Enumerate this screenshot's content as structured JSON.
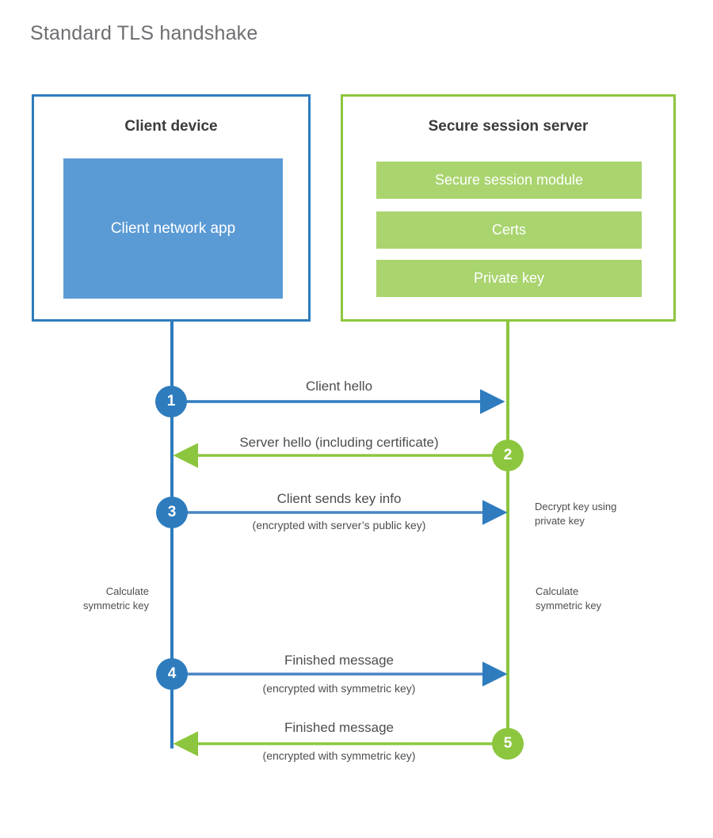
{
  "title": "Standard TLS handshake",
  "client": {
    "title": "Client device",
    "app_label": "Client network app"
  },
  "server": {
    "title": "Secure session server",
    "modules": [
      {
        "label": "Secure session module"
      },
      {
        "label": "Certs"
      },
      {
        "label": "Private key"
      }
    ]
  },
  "steps": [
    {
      "number": "1",
      "label": "Client hello",
      "sublabel": "",
      "direction": "client-to-server",
      "color": "#2e7cbe"
    },
    {
      "number": "2",
      "label": "Server hello (including certificate)",
      "sublabel": "",
      "direction": "server-to-client",
      "color": "#8cc63e"
    },
    {
      "number": "3",
      "label": "Client sends key info",
      "sublabel": "(encrypted with server’s public key)",
      "direction": "client-to-server",
      "color": "#2e7cbe"
    },
    {
      "number": "4",
      "label": "Finished message",
      "sublabel": "(encrypted with symmetric key)",
      "direction": "client-to-server",
      "color": "#2e7cbe"
    },
    {
      "number": "5",
      "label": "Finished message",
      "sublabel": "(encrypted with symmetric key)",
      "direction": "server-to-client",
      "color": "#8cc63e"
    }
  ],
  "annotations": {
    "decrypt_note": "Decrypt key using\nprivate key",
    "client_calc_note": "Calculate\nsymmetric key",
    "server_calc_note": "Calculate\nsymmetric key"
  },
  "colors": {
    "client_border": "#2e7cbe",
    "client_fill": "#5b9bd5",
    "server_border": "#8cc63e",
    "server_fill": "#a9d46e",
    "title_text": "#6d6e71",
    "body_text": "#4d4d4f"
  }
}
